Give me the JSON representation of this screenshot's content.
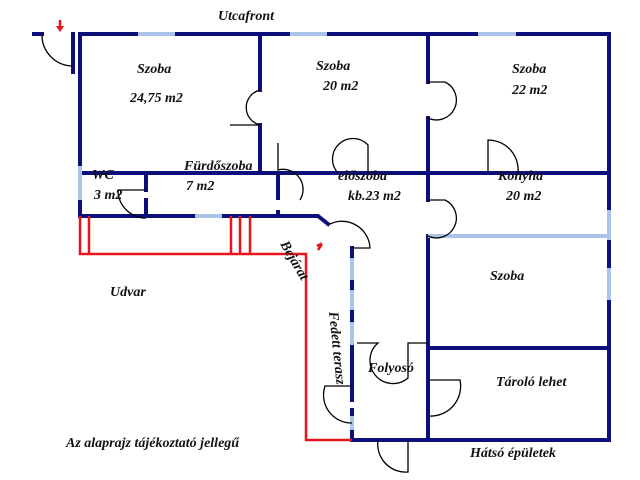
{
  "labels": {
    "street": "Utcafront",
    "room1": {
      "name": "Szoba",
      "area": "24,75 m2"
    },
    "room2": {
      "name": "Szoba",
      "area": "20 m2"
    },
    "room3": {
      "name": "Szoba",
      "area": "22 m2"
    },
    "wc": {
      "name": "WC",
      "area": "3 m2"
    },
    "bathroom": {
      "name": "Fürdőszoba",
      "area": "7 m2"
    },
    "hall": {
      "name": "előszoba",
      "area": "kb.23 m2"
    },
    "kitchen": {
      "name": "Konyha",
      "area": "20 m2"
    },
    "room4": {
      "name": "Szoba"
    },
    "corridor": "Folyosó",
    "storage": "Tároló lehet",
    "yard": "Udvar",
    "entrance": "Bejárat",
    "terrace": "Fedett terasz",
    "back_buildings": "Hátsó épületek",
    "disclaimer": "Az alaprajz tájékoztató jellegű"
  },
  "colors": {
    "wall": "#0d0f7a",
    "window": "#a9c4e8",
    "outline": "#e8141c"
  }
}
